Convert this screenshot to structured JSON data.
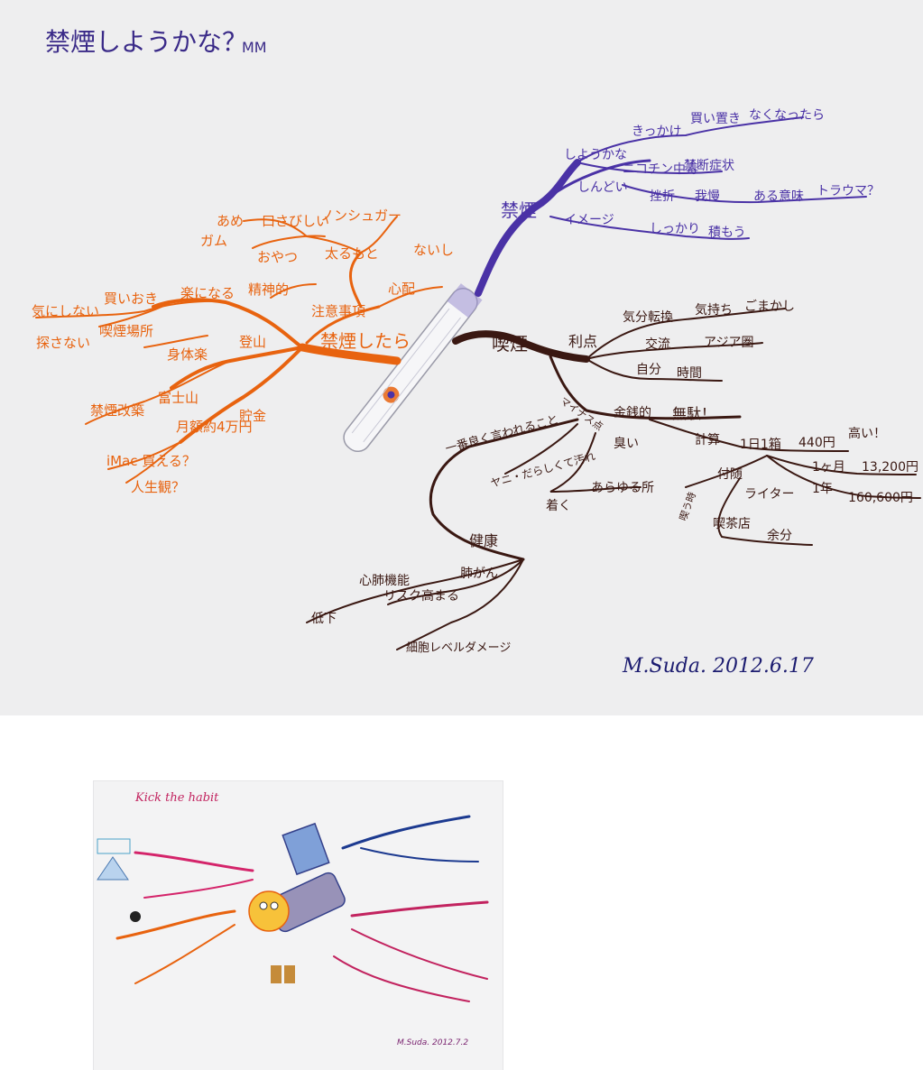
{
  "map1": {
    "title": "禁煙しようかな？",
    "author_mark": "MM",
    "signature": "M.Suda. 2012.6.17",
    "center": "禁煙したら",
    "orange": {
      "w1": "あめ",
      "w2": "口さびしい",
      "w3": "ノンシュガー",
      "w4": "ガム",
      "w5": "おやつ",
      "w6": "太るもと",
      "w7": "心配",
      "w8": "ないし",
      "w9": "気にしない",
      "w10": "買いおき",
      "w11": "楽になる",
      "w12": "精神的",
      "w13": "注意事項",
      "w14": "探さない",
      "w15": "喫煙場所",
      "w16": "身体楽",
      "w17": "登山",
      "w18": "禁煙改築",
      "w19": "富士山",
      "w20": "iMac 買える？",
      "w21": "月額約4万円",
      "w22": "貯金",
      "w23": "人生観？"
    },
    "purple": {
      "p1": "禁煙",
      "p2": "しようかな",
      "p3": "きっかけ",
      "p4": "買い置き",
      "p5": "なくなったら",
      "p6": "しんどい",
      "p7": "ニコチン中毒",
      "p8": "禁断症状",
      "p9": "挫折",
      "p10": "我慢",
      "p11": "ある意味",
      "p12": "トラウマ？",
      "p13": "イメージ",
      "p14": "しっかり",
      "p15": "積もう"
    },
    "brown": {
      "b1": "喫煙",
      "b2": "利点",
      "b3": "気分転換",
      "b4": "気持ち",
      "b5": "ごまかし",
      "b6": "交流",
      "b7": "アジア圏",
      "b8": "自分",
      "b9": "時間",
      "b10": "マイナス点",
      "b11": "金銭的",
      "b12": "無駄！",
      "b13": "計算",
      "b14": "1日1箱",
      "b15": "440円",
      "b16": "高い！",
      "b17": "1ヶ月",
      "b18": "13,200円",
      "b19": "1年",
      "b20": "160,600円",
      "b21": "付随",
      "b22": "ライター",
      "b23": "喫茶店",
      "b24": "余分",
      "b25": "喫う時",
      "b26": "一番良く言われること",
      "b27": "臭い",
      "b28": "ヤニ・だらしくて汚れ",
      "b29": "着く",
      "b30": "あらゆる所",
      "b31": "健康",
      "b32": "心肺機能",
      "b33": "低下",
      "b34": "リスク高まる",
      "b35": "肺がん",
      "b36": "細胞レベルダメージ"
    }
  },
  "map2": {
    "title": "Kick the habit",
    "signature": "M.Suda. 2012.7.2"
  },
  "colors": {
    "orange": "#e8630f",
    "purple": "#4a32a6",
    "brown": "#3a1812",
    "navy": "#1c1c70",
    "pink": "#d4246a"
  }
}
